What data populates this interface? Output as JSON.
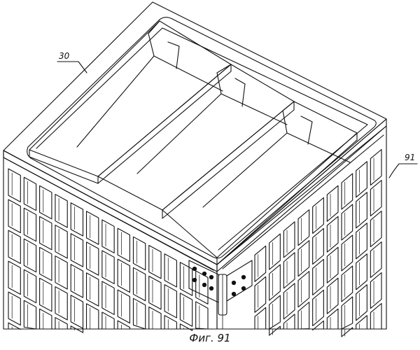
{
  "figure": {
    "caption": "Фиг. 91",
    "callouts": [
      {
        "id": "box",
        "text": "30"
      },
      {
        "id": "frame",
        "text": "91"
      }
    ]
  },
  "colors": {
    "line": "#111111",
    "background": "#ffffff"
  }
}
